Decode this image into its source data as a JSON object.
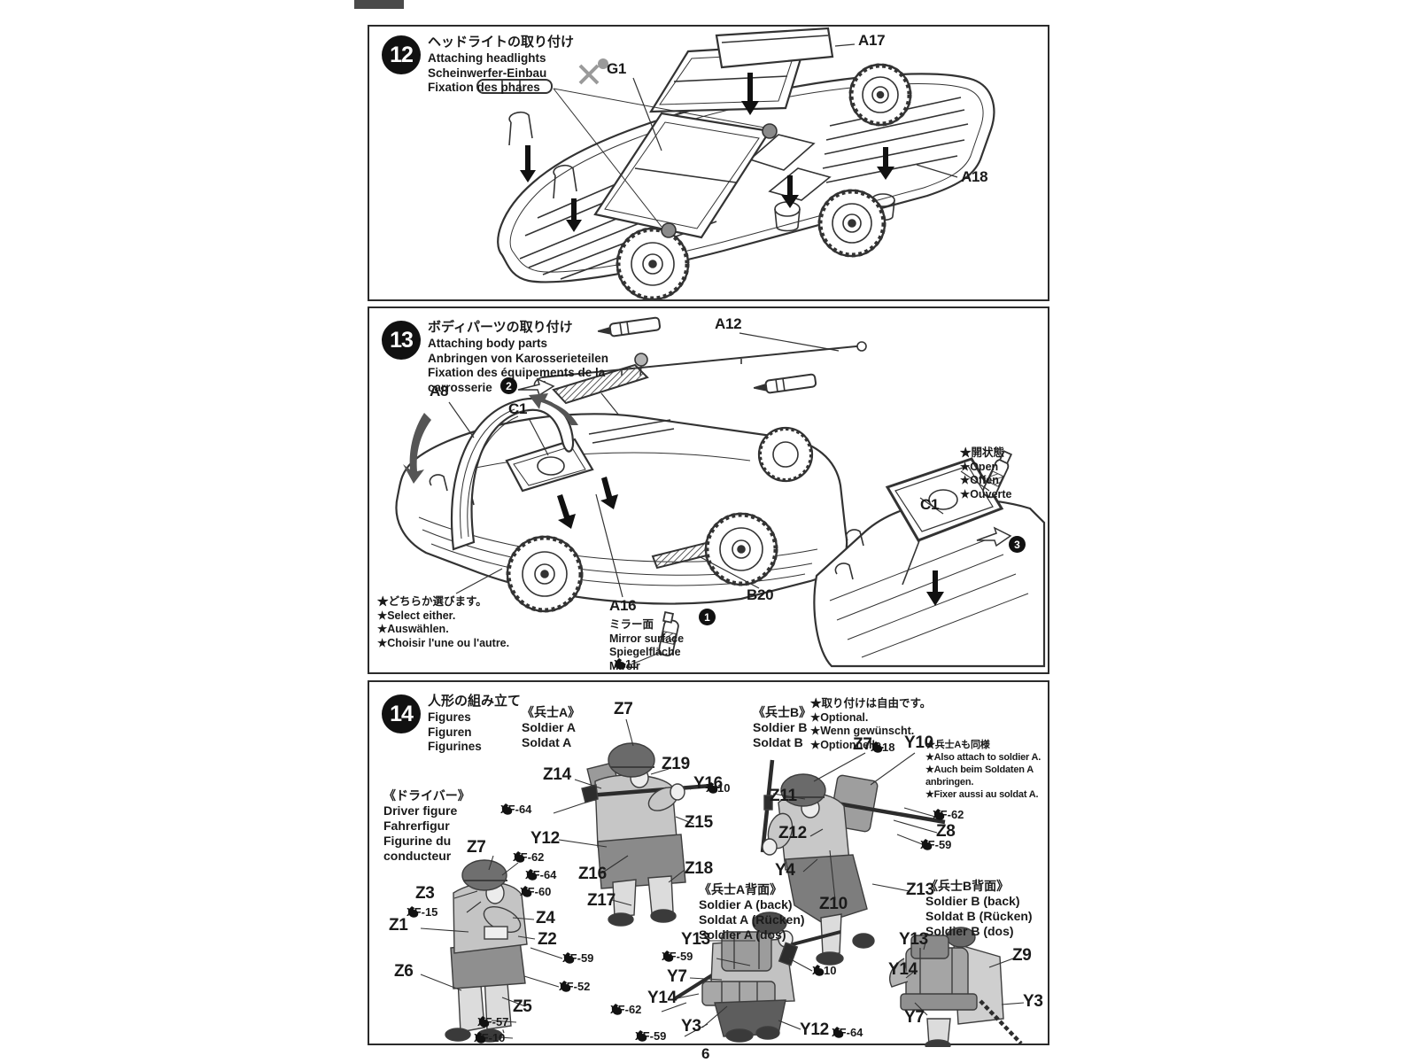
{
  "page": {
    "number": "6"
  },
  "step12": {
    "number": "12",
    "title_ja": "ヘッドライトの取り付け",
    "title_en": "Attaching headlights",
    "title_de": "Scheinwerfer-Einbau",
    "title_fr": "Fixation des phares",
    "parts": {
      "g1": "G1",
      "a17": "A17",
      "a18": "A18"
    }
  },
  "step13": {
    "number": "13",
    "title_ja": "ボディパーツの取り付け",
    "title_en": "Attaching body parts",
    "title_de": "Anbringen von Karosserieteilen",
    "title_fr": "Fixation des équipements de la carrosserie",
    "parts": {
      "a12": "A12",
      "a8": "A8",
      "c1": "C1",
      "c1_open": "C1",
      "a16": "A16",
      "b20": "B20"
    },
    "markers": {
      "m1": "1",
      "m2": "2",
      "m3": "3"
    },
    "notes": {
      "open": "★開状態\n★Open\n★Offen\n★Ouverte",
      "select": "★どちらか選びます。\n★Select either.\n★Auswählen.\n★Choisir l'une ou l'autre.",
      "mirror": "ミラー面\nMirror surface\nSpiegelfläche\nMiroir"
    },
    "paints": {
      "x11": "X-11"
    }
  },
  "step14": {
    "number": "14",
    "title_ja": "人形の組み立て",
    "title_en": "Figures",
    "title_de": "Figuren",
    "title_fr": "Figurines",
    "driver": {
      "caption": "《ドライバー》\nDriver figure\nFahrerfigur\nFigurine du\nconducteur",
      "parts": {
        "z7": "Z7",
        "z3": "Z3",
        "z1": "Z1",
        "z4": "Z4",
        "z2": "Z2",
        "z6": "Z6",
        "z5": "Z5"
      },
      "paints": {
        "xf62": "XF-62",
        "xf15": "XF-15",
        "xf64": "XF-64",
        "xf60": "XF-60",
        "xf59": "XF-59",
        "xf52": "XF-52",
        "xf57": "XF-57",
        "xf10": "XF-10"
      }
    },
    "soldier_a": {
      "caption": "《兵士A》\nSoldier A\nSoldat A",
      "parts": {
        "z7": "Z7",
        "z14": "Z14",
        "z19": "Z19",
        "y16": "Y16",
        "y12": "Y12",
        "z15": "Z15",
        "z16": "Z16",
        "z18": "Z18",
        "z17": "Z17"
      },
      "paints": {
        "x10": "X-10",
        "xf64": "XF-64"
      }
    },
    "soldier_b": {
      "caption": "《兵士B》\nSoldier B\nSoldat B",
      "optional_note": "★取り付けは自由です。\n★Optional.\n★Wenn gewünscht.\n★Optionnelle.",
      "attach_note": "★兵士Aも同様\n★Also attach to soldier A.\n★Auch beim Soldaten A\nanbringen.\n★Fixer aussi au soldat A.",
      "parts": {
        "z7": "Z7",
        "y10": "Y10",
        "z11": "Z11",
        "z12": "Z12",
        "y4": "Y4",
        "z10": "Z10",
        "z13": "Z13",
        "z8": "Z8"
      },
      "paints": {
        "x18": "X-18",
        "xf62": "XF-62",
        "xf59": "XF-59"
      }
    },
    "soldier_a_back": {
      "caption": "《兵士A背面》\nSoldier A (back)\nSoldat A (Rücken)\nSoldier A (dos)",
      "parts": {
        "y13": "Y13",
        "y7": "Y7",
        "y14": "Y14",
        "y3": "Y3",
        "y12": "Y12"
      },
      "paints": {
        "xf59a": "XF-59",
        "x10": "X-10",
        "xf62": "XF-62",
        "xf59b": "XF-59",
        "xf64": "XF-64"
      }
    },
    "soldier_b_back": {
      "caption": "《兵士B背面》\nSoldier B (back)\nSoldat B (Rücken)\nSoldier B (dos)",
      "parts": {
        "y13": "Y13",
        "y14": "Y14",
        "y7": "Y7",
        "z9": "Z9",
        "y3": "Y3"
      }
    }
  }
}
